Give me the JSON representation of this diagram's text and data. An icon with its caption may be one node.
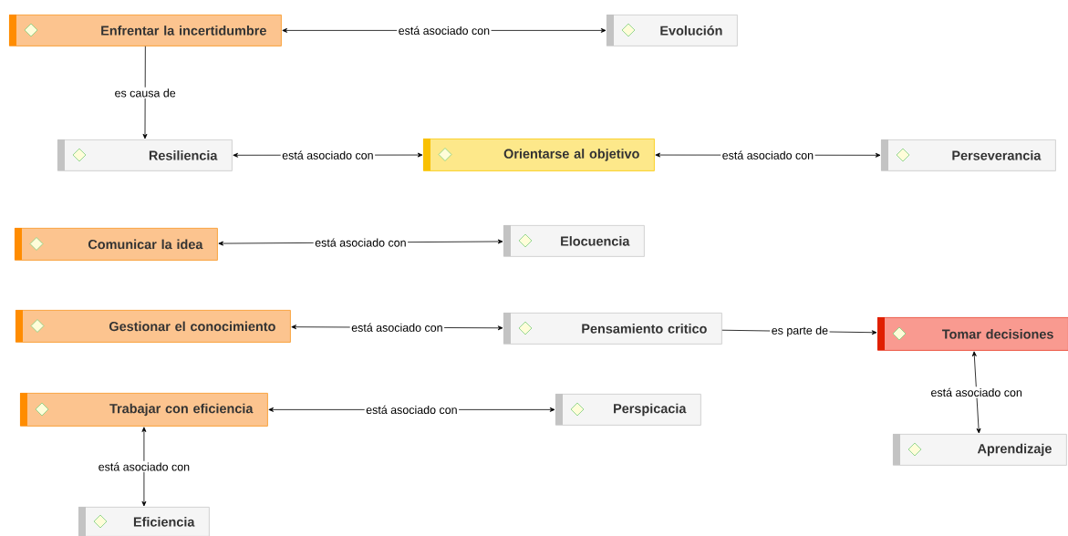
{
  "diagram": {
    "nodes": [
      {
        "text": [
          "Enfrentar la incertidumbre"
        ]
      },
      {
        "text": [
          "Evolución"
        ]
      },
      {
        "text": [
          "Resiliencia"
        ]
      },
      {
        "text": [
          "Orientarse al objetivo"
        ]
      },
      {
        "text": [
          "Perseverancia"
        ]
      },
      {
        "text": [
          "Comunicar la idea"
        ]
      },
      {
        "text": [
          "Elocuencia"
        ]
      },
      {
        "text": [
          "Gestionar el conocimiento"
        ]
      },
      {
        "text": [
          "Pensamiento critico"
        ]
      },
      {
        "text": [
          "Tomar decisiones"
        ]
      },
      {
        "text": [
          "Trabajar con eficiencia"
        ]
      },
      {
        "text": [
          "Perspicacia"
        ]
      },
      {
        "text": [
          "Aprendizaje"
        ]
      },
      {
        "text": [
          "Eficiencia"
        ]
      }
    ],
    "edges": [
      {
        "from": 0,
        "to": 1,
        "arrow": "both",
        "label": "está asociado con"
      },
      {
        "from": 0,
        "to": 2,
        "arrow": "to",
        "label": "es causa de"
      },
      {
        "from": 2,
        "to": 3,
        "arrow": "both",
        "label": "está asociado con"
      },
      {
        "from": 3,
        "to": 4,
        "arrow": "both",
        "label": "está asociado con"
      },
      {
        "from": 5,
        "to": 6,
        "arrow": "both",
        "label": "está asociado con"
      },
      {
        "from": 7,
        "to": 8,
        "arrow": "both",
        "label": "está asociado con"
      },
      {
        "from": 8,
        "to": 9,
        "arrow": "to",
        "label": "es parte de"
      },
      {
        "from": 9,
        "to": 12,
        "arrow": "both",
        "label": "está asociado con"
      },
      {
        "from": 10,
        "to": 11,
        "arrow": "both",
        "label": "está asociado con"
      },
      {
        "from": 10,
        "to": 13,
        "arrow": "both",
        "label": "está asociado con"
      }
    ]
  }
}
